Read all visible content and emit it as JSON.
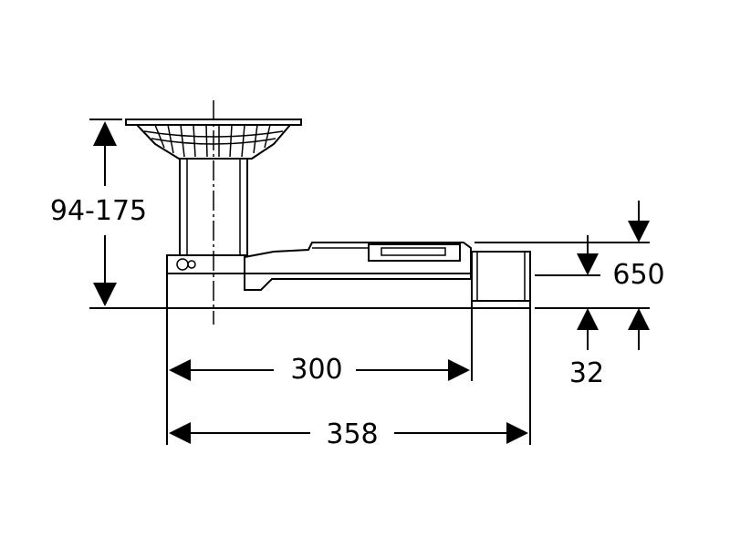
{
  "dimensions": {
    "height_range": "94-175",
    "outlet_height": "650",
    "outlet_offset": "32",
    "length_body": "300",
    "length_total": "358"
  },
  "colors": {
    "ink": "#000000",
    "background": "#ffffff"
  }
}
